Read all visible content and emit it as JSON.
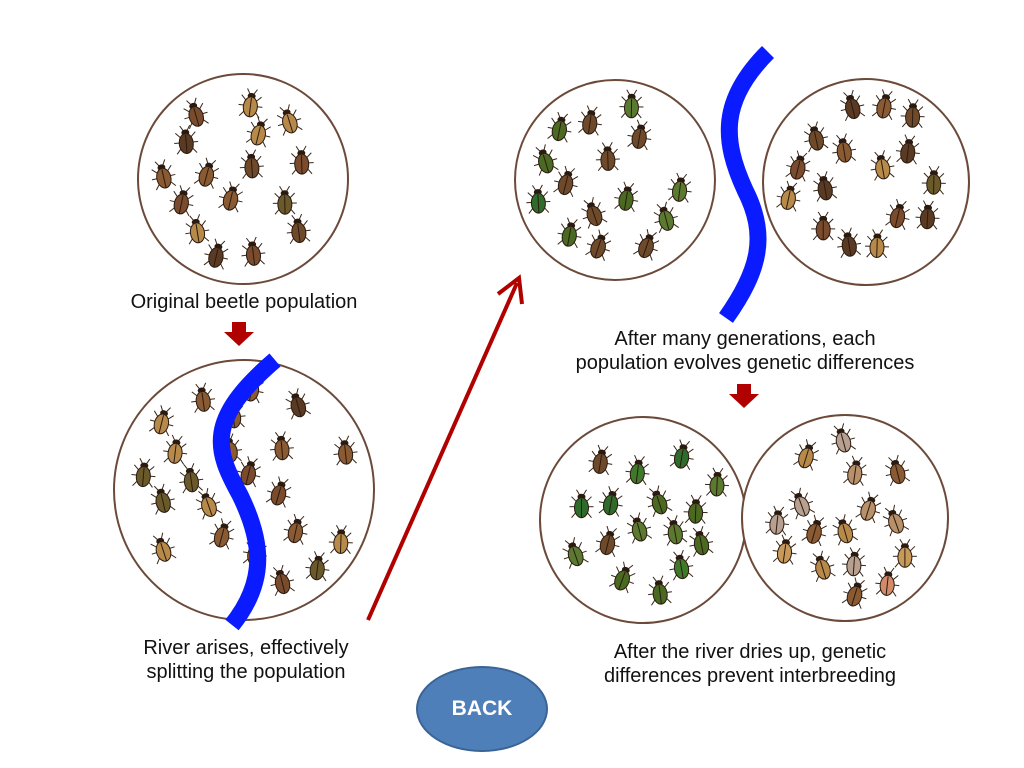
{
  "captions": {
    "original": "Original beetle population",
    "river_line1": "River arises, effectively",
    "river_line2": "splitting the population",
    "generations_line1": "After many generations, each",
    "generations_line2": "population evolves genetic differences",
    "dried_line1": "After the river dries up, genetic",
    "dried_line2": "differences prevent interbreeding"
  },
  "back_label": "BACK",
  "colors": {
    "river": "#0a1cff",
    "arrow": "#b00000",
    "circle_stroke": "#6b4a3a",
    "button_fill": "#4f7fb8",
    "beetle_brown": "#6e4a2a",
    "beetle_tan": "#b88a4a",
    "beetle_green": "#2f6b2a",
    "beetle_pink": "#d18a6a"
  },
  "icons": {
    "beetle": "beetle-icon",
    "river": "river-icon",
    "arrow": "arrow-icon"
  }
}
